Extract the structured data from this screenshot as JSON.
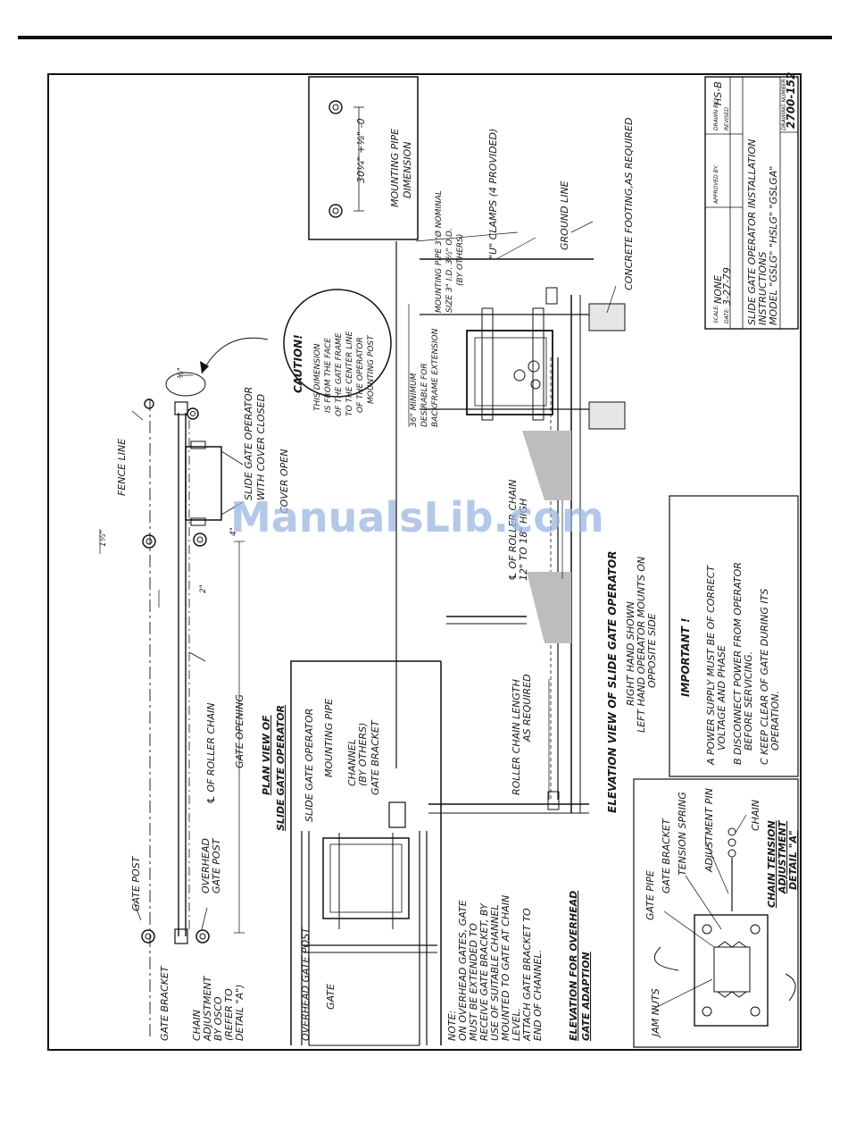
{
  "drawing": {
    "plan_labels": {
      "fence_line": "FENCE LINE",
      "cover_closed_1": "SLIDE GATE OPERATOR",
      "cover_closed_2": "WITH COVER CLOSED",
      "cover_open": "COVER OPEN",
      "dim_1_5": "1½\"",
      "dim_4": "4\"",
      "dim_2": "2\"",
      "dim_half": "½\"",
      "roller_chain_cl": "℄ OF ROLLER CHAIN",
      "gate_opening": "GATE OPENING",
      "gate_post": "GATE POST",
      "overhead_gate_post_1": "OVERHEAD",
      "overhead_gate_post_2": "GATE POST",
      "gate_bracket": "GATE BRACKET",
      "chain_adj_1": "CHAIN",
      "chain_adj_2": "ADJUSTMENT",
      "chain_adj_3": "BY OSCO",
      "chain_adj_4": "(REFER TO",
      "chain_adj_5": "DETAIL \"A\")",
      "plan_title_1": "PLAN VIEW OF",
      "plan_title_2": "SLIDE GATE OPERATOR"
    },
    "caution": {
      "title": "CAUTION!",
      "line1": "THIS DIMENSION",
      "line2": "IS FROM THE FACE",
      "line3": "OF THE GATE FRAME",
      "line4": "TO THE CENTER LINE",
      "line5": "OF THE OPERATOR",
      "line6": "MOUNTING POST"
    },
    "mounting_dim": {
      "value": "30¼\" +⅛\" -0",
      "label1": "MOUNTING PIPE",
      "label2": "DIMENSION"
    },
    "elevation_labels": {
      "pipe_1": "MOUNTING PIPE 3\"Ø NOMINAL",
      "pipe_2": "SIZE 3\" I.D. 3½\" O.D.",
      "pipe_3": "(BY OTHERS)",
      "clamps": "\"U\" CLAMPS (4 PROVIDED)",
      "ground_line": "GROUND LINE",
      "footing": "CONCRETE FOOTING,AS REQUIRED",
      "min_1": "36\" MINIMUM",
      "min_2": "DESIRABLE FOR",
      "min_3": "BACKFRAME EXTENSION",
      "chain_high_1": "℄ OF ROLLER CHAIN",
      "chain_high_2": "12\" TO 18\" HIGH",
      "chain_len_1": "ROLLER CHAIN LENGTH",
      "chain_len_2": "AS REQUIRED",
      "elev_title": "ELEVATION VIEW OF SLIDE GATE OPERATOR",
      "hand_1": "RIGHT HAND SHOWN",
      "hand_2": "LEFT HAND OPERATOR MOUNTS ON",
      "hand_3": "OPPOSITE SIDE"
    },
    "overhead": {
      "operator": "SLIDE GATE OPERATOR",
      "mount_pipe": "MOUNTING PIPE",
      "channel_1": "CHANNEL",
      "channel_2": "(BY OTHERS)",
      "bracket": "GATE BRACKET",
      "gate_post": "OVERHEAD GATE POST",
      "gate": "GATE",
      "note_1": "NOTE:",
      "note_2": "ON OVERHEAD GATES, GATE",
      "note_3": "MUST BE EXTENDED TO",
      "note_4": "RECEIVE GATE BRACKET, BY",
      "note_5": "USE OF SUITABLE CHANNEL",
      "note_6": "MOUNTED TO GATE AT CHAIN",
      "note_7": "LEVEL.",
      "note_8": "ATTACH GATE BRACKET TO",
      "note_9": "END OF CHANNEL.",
      "title_1": "ELEVATION FOR OVERHEAD",
      "title_2": "GATE ADAPTION"
    },
    "important": {
      "title": "IMPORTANT !",
      "a1": "A  POWER SUPPLY MUST BE OF CORRECT",
      "a2": "VOLTAGE AND PHASE",
      "b1": "B  DISCONNECT POWER FROM OPERATOR",
      "b2": "BEFORE SERVICING.",
      "c1": "C  KEEP CLEAR OF GATE DURING ITS",
      "c2": "OPERATION."
    },
    "detail_a": {
      "jam_nuts": "JAM NUTS",
      "gate_pipe": "GATE PIPE",
      "gate_bracket": "GATE BRACKET",
      "tension_spring": "TENSION SPRING",
      "adj_pin": "ADJUSTMENT PIN",
      "chain": "CHAIN",
      "title_1": "CHAIN TENSION",
      "title_2": "ADJUSTMENT",
      "title_3": "DETAIL \"A\""
    },
    "title_block": {
      "scale_label": "SCALE:",
      "scale_value": "NONE",
      "date_label": "DATE:",
      "date_value": "3-27-79",
      "approved_label": "APPROVED BY:",
      "drawn_label": "DRAWN BY:",
      "drawn_value": "HS-B",
      "revised_label": "REVISED",
      "title_1": "SLIDE GATE OPERATOR INSTALLATION",
      "title_2": "INSTRUCTIONS",
      "model": "MODEL \"GSLG\" \"HSLG\" \"GSLGA\"",
      "drawing_no_label": "DRAWING NUMBER",
      "drawing_no": "2700-152"
    },
    "watermark": "ManualsLib.com"
  }
}
